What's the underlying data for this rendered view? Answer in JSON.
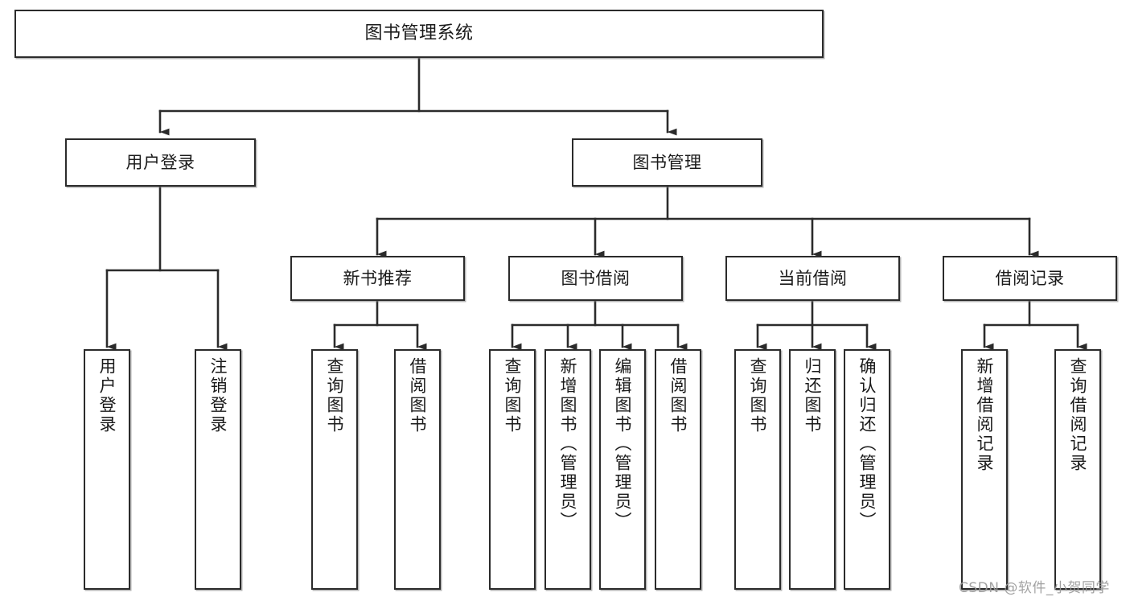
{
  "diagram": {
    "type": "tree",
    "title": "图书管理系统",
    "background": "#ffffff",
    "line_color": "#2b2b2b",
    "box_fill": "#ffffff",
    "text_color": "#1a1a1a"
  },
  "nodes": {
    "root": {
      "label": "图书管理系统",
      "level": 1
    },
    "l2": [
      {
        "id": "user-login",
        "label": "用户登录"
      },
      {
        "id": "book-manage",
        "label": "图书管理"
      }
    ],
    "l3": [
      {
        "id": "new-book-recommend",
        "label": "新书推荐"
      },
      {
        "id": "book-borrow",
        "label": "图书借阅"
      },
      {
        "id": "current-borrow",
        "label": "当前借阅"
      },
      {
        "id": "borrow-record",
        "label": "借阅记录"
      }
    ],
    "leaves": [
      {
        "id": "leaf-user-login",
        "label": "用户登录",
        "parent": "user-login"
      },
      {
        "id": "leaf-logout-login",
        "label": "注销登录",
        "parent": "user-login"
      },
      {
        "id": "leaf-query-book-1",
        "label": "查询图书",
        "parent": "new-book-recommend"
      },
      {
        "id": "leaf-borrow-book-1",
        "label": "借阅图书",
        "parent": "new-book-recommend"
      },
      {
        "id": "leaf-query-book-2",
        "label": "查询图书",
        "parent": "book-borrow"
      },
      {
        "id": "leaf-add-book",
        "label": "新增图书（管理员）",
        "parent": "book-borrow"
      },
      {
        "id": "leaf-edit-book",
        "label": "编辑图书（管理员）",
        "parent": "book-borrow"
      },
      {
        "id": "leaf-borrow-book-2",
        "label": "借阅图书",
        "parent": "book-borrow"
      },
      {
        "id": "leaf-query-book-3",
        "label": "查询图书",
        "parent": "current-borrow"
      },
      {
        "id": "leaf-return-book",
        "label": "归还图书",
        "parent": "current-borrow"
      },
      {
        "id": "leaf-confirm-return",
        "label": "确认归还（管理员）",
        "parent": "current-borrow"
      },
      {
        "id": "leaf-add-record",
        "label": "新增借阅记录",
        "parent": "borrow-record"
      },
      {
        "id": "leaf-query-record",
        "label": "查询借阅记录",
        "parent": "borrow-record"
      }
    ]
  },
  "watermark": {
    "text": "CSDN @软件_小贺同学"
  }
}
